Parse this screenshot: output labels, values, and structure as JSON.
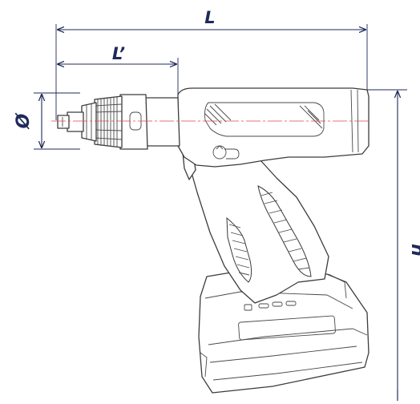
{
  "dimensions": {
    "overall_length_label": "L",
    "nose_length_label": "L’",
    "diameter_label": "Ø",
    "height_label": "h"
  },
  "colors": {
    "dimension": "#1f2a5a",
    "outline": "#3c3c3c",
    "centerline": "#d64a4a"
  }
}
